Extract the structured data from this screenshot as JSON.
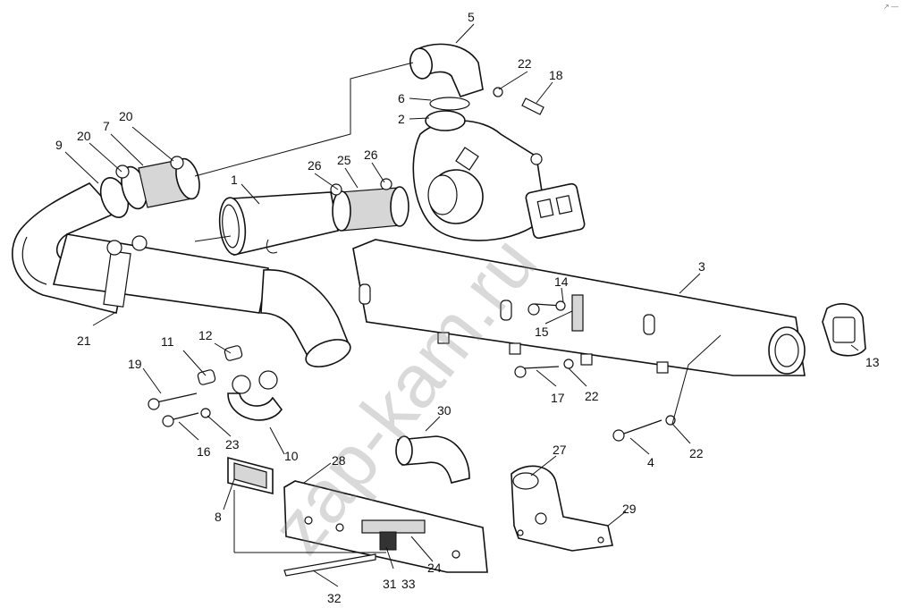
{
  "watermark": "zap-kam.ru",
  "corner_mark": "↗ —",
  "callouts": [
    {
      "id": "c1",
      "text": "1"
    },
    {
      "id": "c2",
      "text": "2"
    },
    {
      "id": "c3",
      "text": "3"
    },
    {
      "id": "c4",
      "text": "4"
    },
    {
      "id": "c5",
      "text": "5"
    },
    {
      "id": "c6",
      "text": "6"
    },
    {
      "id": "c7",
      "text": "7"
    },
    {
      "id": "c8",
      "text": "8"
    },
    {
      "id": "c9",
      "text": "9"
    },
    {
      "id": "c10",
      "text": "10"
    },
    {
      "id": "c11",
      "text": "11"
    },
    {
      "id": "c12",
      "text": "12"
    },
    {
      "id": "c13",
      "text": "13"
    },
    {
      "id": "c14",
      "text": "14"
    },
    {
      "id": "c15",
      "text": "15"
    },
    {
      "id": "c16",
      "text": "16"
    },
    {
      "id": "c17",
      "text": "17"
    },
    {
      "id": "c18",
      "text": "18"
    },
    {
      "id": "c19",
      "text": "19"
    },
    {
      "id": "c20a",
      "text": "20"
    },
    {
      "id": "c20b",
      "text": "20"
    },
    {
      "id": "c21",
      "text": "21"
    },
    {
      "id": "c22a",
      "text": "22"
    },
    {
      "id": "c22b",
      "text": "22"
    },
    {
      "id": "c22c",
      "text": "22"
    },
    {
      "id": "c23",
      "text": "23"
    },
    {
      "id": "c24",
      "text": "24"
    },
    {
      "id": "c25",
      "text": "25"
    },
    {
      "id": "c26a",
      "text": "26"
    },
    {
      "id": "c26b",
      "text": "26"
    },
    {
      "id": "c27",
      "text": "27"
    },
    {
      "id": "c28",
      "text": "28"
    },
    {
      "id": "c29",
      "text": "29"
    },
    {
      "id": "c30",
      "text": "30"
    },
    {
      "id": "c31",
      "text": "31"
    },
    {
      "id": "c32",
      "text": "32"
    },
    {
      "id": "c33",
      "text": "33"
    }
  ]
}
